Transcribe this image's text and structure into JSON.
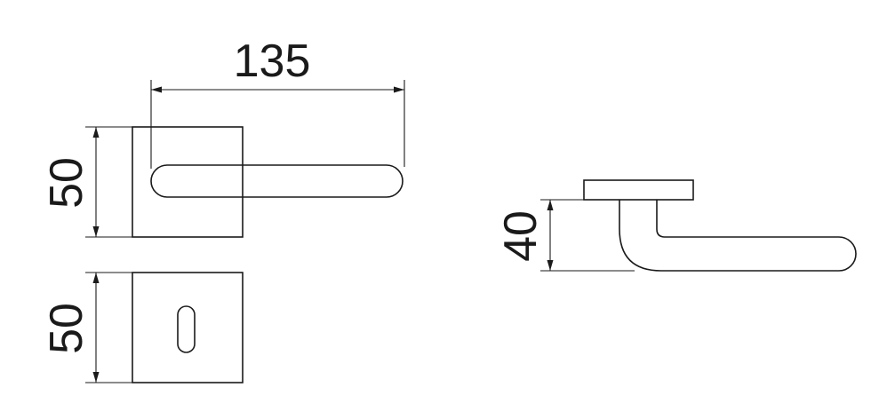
{
  "dimensions": {
    "handle_length": "135",
    "rose_size": "50",
    "escutcheon_size": "50",
    "side_projection": "40"
  }
}
